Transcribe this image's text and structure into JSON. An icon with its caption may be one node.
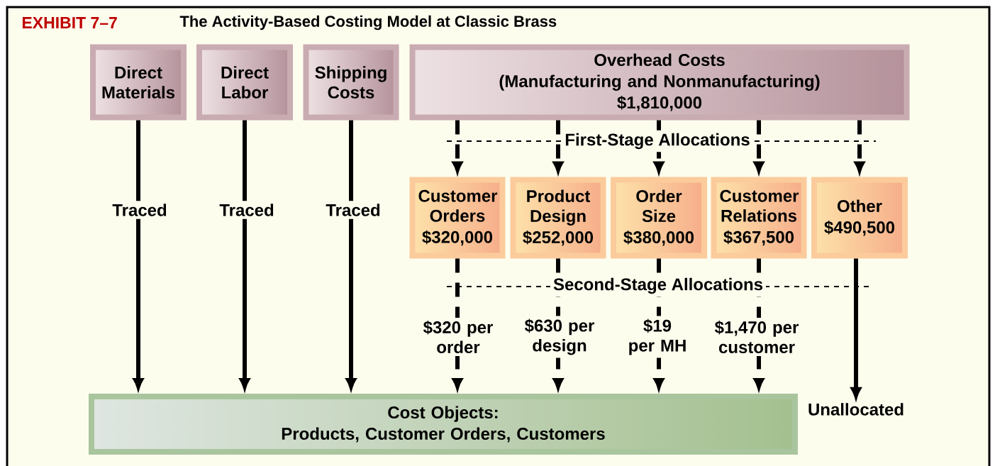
{
  "diagram": {
    "title": "The Activity-Based Costing Model at Classic Brass",
    "nodes": [
      {
        "text": [
          "Direct Materials"
        ]
      },
      {
        "text": [
          "Direct Labor"
        ]
      },
      {
        "text": [
          "Shipping Costs"
        ]
      },
      {
        "text": [
          "Overhead Costs",
          "(Manufacturing and Nonmanufacturing)",
          "$1,810,000"
        ]
      },
      {
        "text": [
          "Customer Orders",
          "$320,000"
        ]
      },
      {
        "text": [
          "Product Design",
          "$252,000"
        ]
      },
      {
        "text": [
          "Order Size",
          "$380,000"
        ]
      },
      {
        "text": [
          "Customer Relations",
          "$367,500"
        ]
      },
      {
        "text": [
          "Other",
          "$490,500"
        ]
      },
      {
        "text": [
          "Cost Objects:",
          "Products, Customer Orders, Customers"
        ]
      },
      {
        "text": [
          "Unallocated"
        ]
      }
    ],
    "edges": [
      {
        "from": 0,
        "to": 9,
        "arrow": "to",
        "label": "Traced"
      },
      {
        "from": 1,
        "to": 9,
        "arrow": "to",
        "label": "Traced"
      },
      {
        "from": 2,
        "to": 9,
        "arrow": "to",
        "label": "Traced"
      },
      {
        "from": 3,
        "to": 4,
        "arrow": "to",
        "style": "dashed"
      },
      {
        "from": 3,
        "to": 5,
        "arrow": "to",
        "style": "dashed"
      },
      {
        "from": 3,
        "to": 6,
        "arrow": "to",
        "style": "dashed"
      },
      {
        "from": 3,
        "to": 7,
        "arrow": "to",
        "style": "dashed"
      },
      {
        "from": 3,
        "to": 8,
        "arrow": "to",
        "style": "dashed"
      },
      {
        "from": 4,
        "to": 9,
        "arrow": "to",
        "style": "dashed",
        "label": "$320 per order"
      },
      {
        "from": 5,
        "to": 9,
        "arrow": "to",
        "style": "dashed",
        "label": "$630 per design"
      },
      {
        "from": 6,
        "to": 9,
        "arrow": "to",
        "style": "dashed",
        "label": "$19 per MH"
      },
      {
        "from": 7,
        "to": 9,
        "arrow": "to",
        "style": "dashed",
        "label": "$1,470 per customer"
      },
      {
        "from": 8,
        "to": 10,
        "arrow": "to"
      }
    ],
    "labels": [
      "EXHIBIT 7–7",
      "First-Stage Allocations",
      "Second-Stage Allocations"
    ]
  }
}
